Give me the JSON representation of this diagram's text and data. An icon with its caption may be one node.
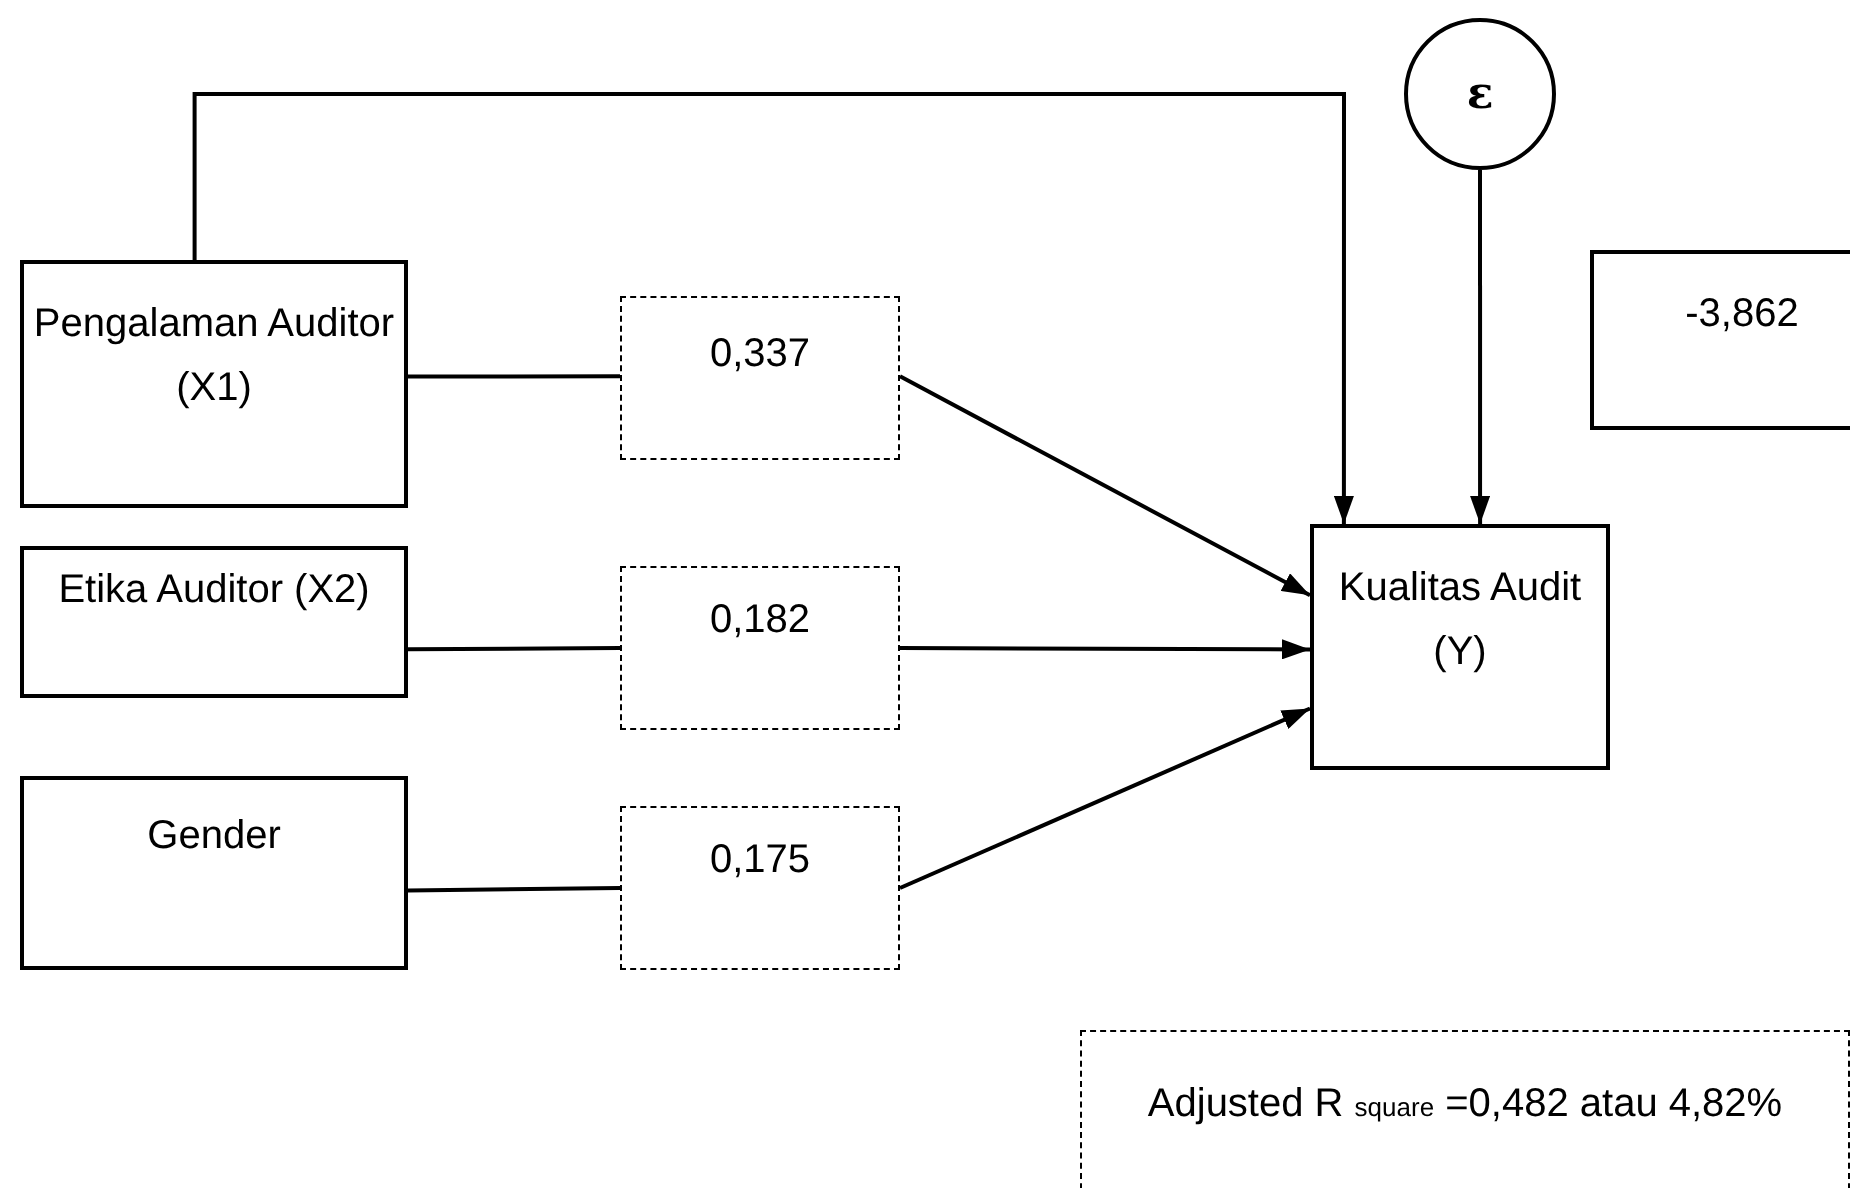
{
  "diagram": {
    "nodes": [
      {
        "text": [
          "Pengalaman Auditor (X1)"
        ]
      },
      {
        "text": [
          "Etika Auditor (X2)"
        ]
      },
      {
        "text": [
          "Gender"
        ]
      },
      {
        "text": [
          "0,337"
        ]
      },
      {
        "text": [
          "0,182"
        ]
      },
      {
        "text": [
          "0,175"
        ]
      },
      {
        "text": [
          "Kualitas Audit (Y)"
        ]
      },
      {
        "text": [
          "ε"
        ]
      },
      {
        "text": [
          "-3,862"
        ]
      },
      {
        "text": [
          "Adjusted R $_{square}$ =0,482 atau 4,82%"
        ]
      }
    ],
    "edges": [
      {
        "from": 0,
        "to": 3,
        "arrow": "none"
      },
      {
        "from": 3,
        "to": 6,
        "arrow": "to"
      },
      {
        "from": 1,
        "to": 4,
        "arrow": "none"
      },
      {
        "from": 4,
        "to": 6,
        "arrow": "to"
      },
      {
        "from": 2,
        "to": 5,
        "arrow": "none"
      },
      {
        "from": 5,
        "to": 6,
        "arrow": "to"
      },
      {
        "from": 0,
        "to": 6,
        "arrow": "to"
      },
      {
        "from": 7,
        "to": 6,
        "arrow": "to"
      }
    ]
  }
}
